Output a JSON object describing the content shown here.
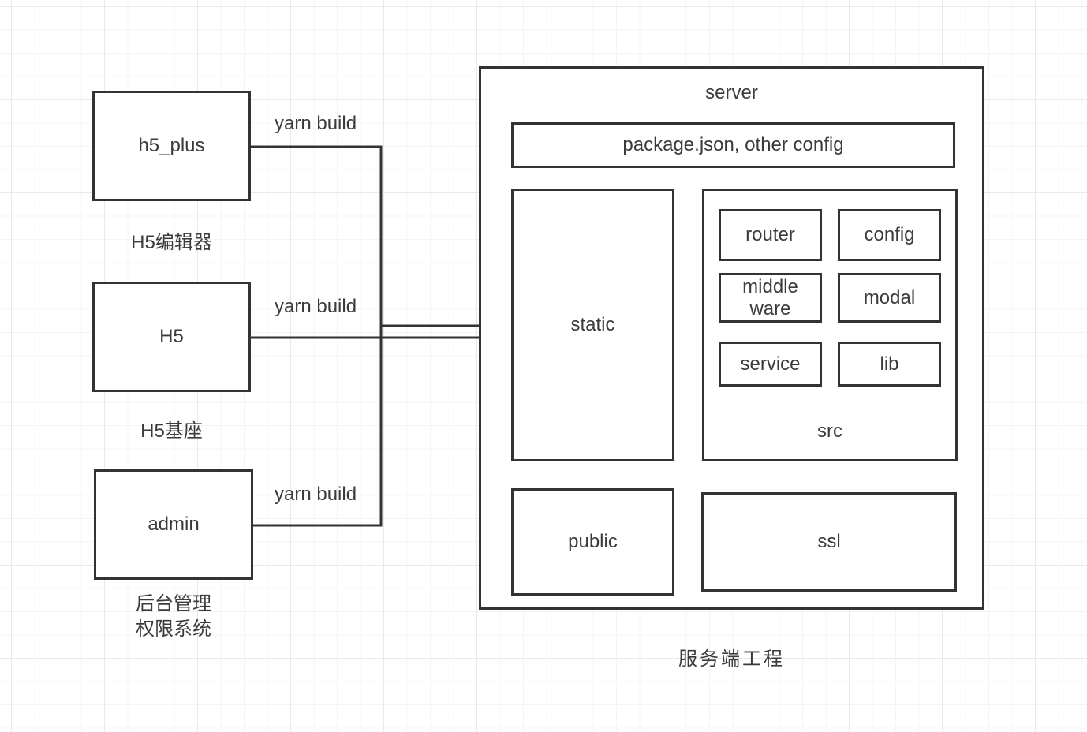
{
  "diagram": {
    "clients": [
      {
        "label": "h5_plus",
        "caption": "H5编辑器",
        "edge_label": "yarn build"
      },
      {
        "label": "H5",
        "caption": "H5基座",
        "edge_label": "yarn build"
      },
      {
        "label": "admin",
        "caption": [
          "后台管理",
          "权限系统"
        ],
        "edge_label": "yarn build"
      }
    ],
    "server": {
      "title": "server",
      "config_file_box": "package.json, other config",
      "static_label": "static",
      "src": {
        "label": "src",
        "router": "router",
        "config": "config",
        "middleware": [
          "middle",
          "ware"
        ],
        "modal": "modal",
        "service": "service",
        "lib": "lib"
      },
      "public_label": "public",
      "ssl_label": "ssl",
      "caption": "服务端工程"
    },
    "colors": {
      "stroke": "#333333",
      "text": "#3b3b3b",
      "canvas": "#ffffff",
      "grid_minor": "#f4f4f4",
      "grid_major": "#e9e9e9"
    }
  }
}
